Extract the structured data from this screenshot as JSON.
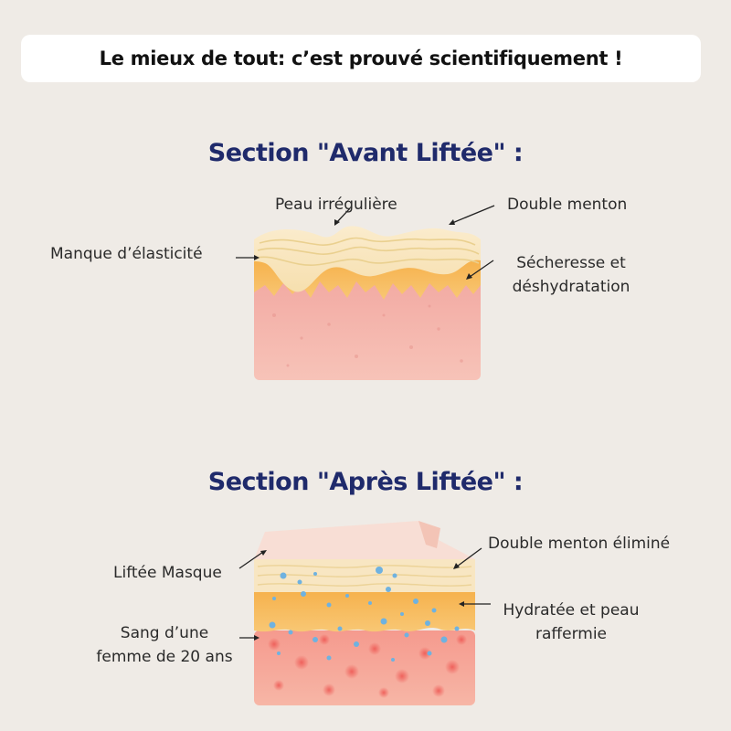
{
  "header": {
    "title": "Le mieux de tout: c’est prouvé scientifiquement !"
  },
  "before": {
    "title": "Section \"Avant Liftée\" :",
    "labels": {
      "peau": "Peau irrégulière",
      "double": "Double menton",
      "manque": "Manque d’élasticité",
      "secheresse_line1": "Sécheresse et",
      "secheresse_line2": "déshydratation"
    }
  },
  "after": {
    "title": "Section \"Après Liftée\" :",
    "labels": {
      "masque": "Liftée Masque",
      "double_elimine": "Double menton éliminé",
      "hydratee_line1": "Hydratée et peau",
      "hydratee_line2": "raffermie",
      "sang_line1": "Sang d’une",
      "sang_line2": "femme de 20 ans"
    }
  },
  "colors": {
    "background": "#efebe6",
    "title_blue": "#1f2a6b",
    "skin_top": "#f8e6c2",
    "fat_orange": "#f7b74f",
    "dermis_pink": "#f1a6a0"
  }
}
